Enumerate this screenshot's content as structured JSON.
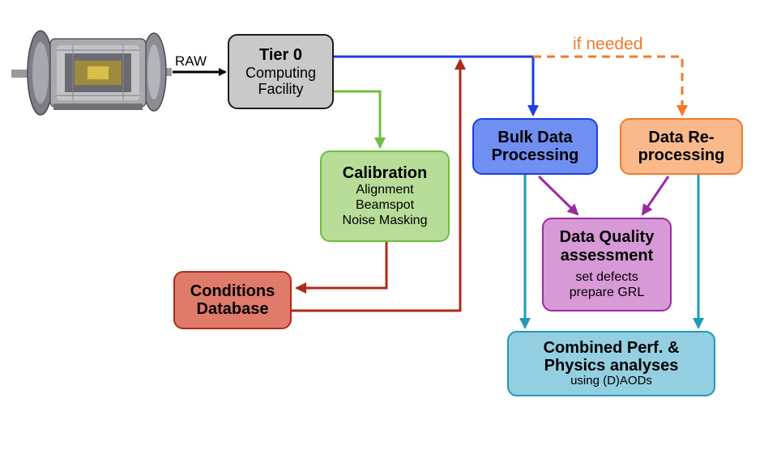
{
  "colors": {
    "tier0": "#c9c9c9",
    "calibration": "#b7dd98",
    "conditions": "#e07a6a",
    "bulk": "#6f8ff2",
    "reprocessing": "#f9b98b",
    "quality": "#d79ad6",
    "combined": "#93cfe0"
  },
  "detector": {
    "icon": "atlas-detector-icon"
  },
  "edges": {
    "raw_label": "RAW",
    "if_needed_label": "if needed"
  },
  "tier0": {
    "title": "Tier 0",
    "line1": "Computing",
    "line2": "Facility"
  },
  "calibration": {
    "title": "Calibration",
    "items": [
      "Alignment",
      "Beamspot",
      "Noise Masking"
    ]
  },
  "conditions": {
    "line1": "Conditions",
    "line2": "Database"
  },
  "bulk": {
    "line1": "Bulk Data",
    "line2": "Processing"
  },
  "reprocessing": {
    "line1": "Data Re-",
    "line2": "processing"
  },
  "quality": {
    "line1": "Data Quality",
    "line2": "assessment",
    "items": [
      "set defects",
      "prepare GRL"
    ]
  },
  "combined": {
    "line1": "Combined Perf. &",
    "line2": "Physics analyses",
    "line3": "using (D)AODs"
  }
}
